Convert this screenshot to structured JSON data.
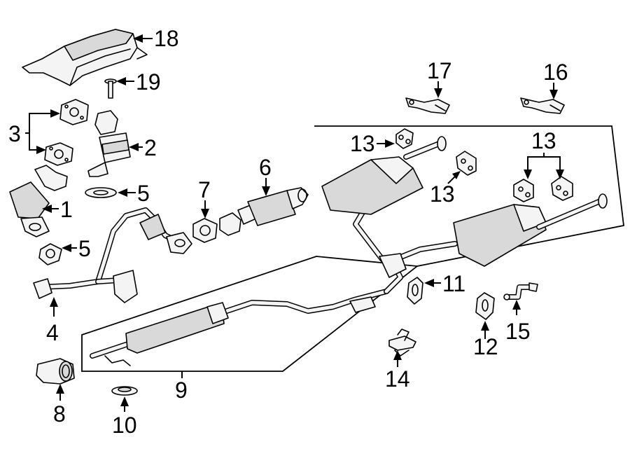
{
  "callouts": {
    "c1": "1",
    "c2": "2",
    "c3": "3",
    "c4": "4",
    "c5a": "5",
    "c5b": "5",
    "c6": "6",
    "c7": "7",
    "c8": "8",
    "c9": "9",
    "c10": "10",
    "c11": "11",
    "c12": "12",
    "c13a": "13",
    "c13b": "13",
    "c13c": "13",
    "c14": "14",
    "c15": "15",
    "c16": "16",
    "c17": "17",
    "c18": "18",
    "c19": "19"
  }
}
